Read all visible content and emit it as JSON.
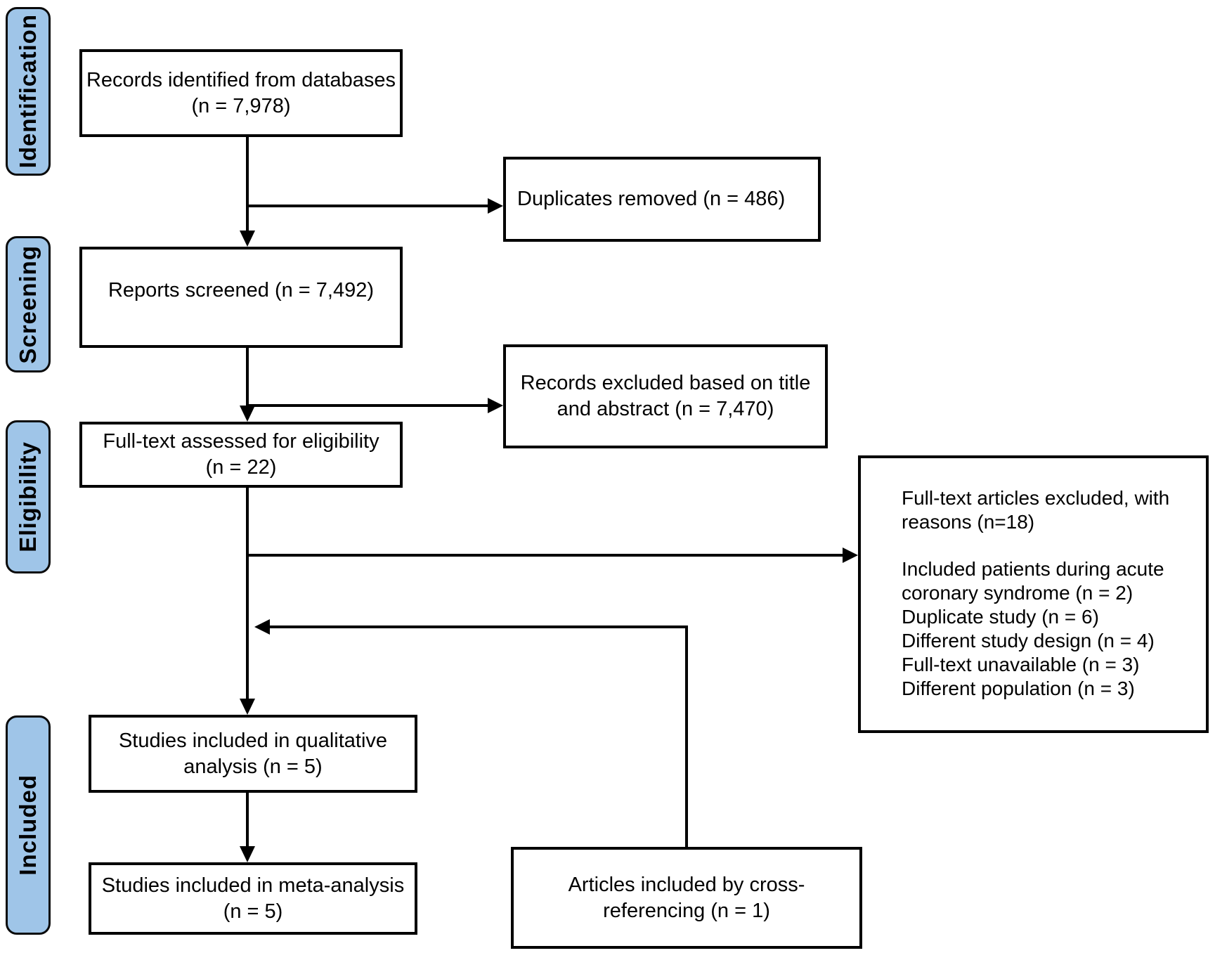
{
  "diagram": {
    "stages": [
      {
        "label": "Identification"
      },
      {
        "label": "Screening"
      },
      {
        "label": "Eligibility"
      },
      {
        "label": "Included"
      }
    ],
    "boxes": {
      "records_identified": {
        "lines": [
          "Records identified from databases",
          "(n = 7,978)"
        ]
      },
      "duplicates_removed": {
        "lines": [
          "Duplicates removed (n = 486)"
        ]
      },
      "reports_screened": {
        "lines": [
          "Reports screened (n = 7,492)"
        ]
      },
      "records_excluded": {
        "lines": [
          "Records excluded based on title",
          "and abstract (n = 7,470)"
        ]
      },
      "fulltext_assessed": {
        "lines": [
          "Full-text assessed for eligibility",
          "(n = 22)"
        ]
      },
      "fulltext_excluded": {
        "header_lines": [
          "Full-text articles excluded, with",
          "reasons (n=18)"
        ],
        "reason_lines": [
          "Included patients during acute",
          "coronary syndrome (n = 2)",
          "Duplicate study (n = 6)",
          "Different study design (n = 4)",
          "Full-text unavailable (n = 3)",
          "Different population (n = 3)"
        ]
      },
      "qualitative_analysis": {
        "lines": [
          "Studies included in qualitative",
          "analysis (n = 5)"
        ]
      },
      "meta_analysis": {
        "lines": [
          "Studies included in meta-analysis",
          "(n = 5)"
        ]
      },
      "cross_referencing": {
        "lines": [
          "Articles included by cross-",
          "referencing (n = 1)"
        ]
      }
    },
    "colors": {
      "stage_fill": "#9fc5e8",
      "stroke": "#000000",
      "box_fill": "#ffffff",
      "background": "#ffffff"
    }
  }
}
